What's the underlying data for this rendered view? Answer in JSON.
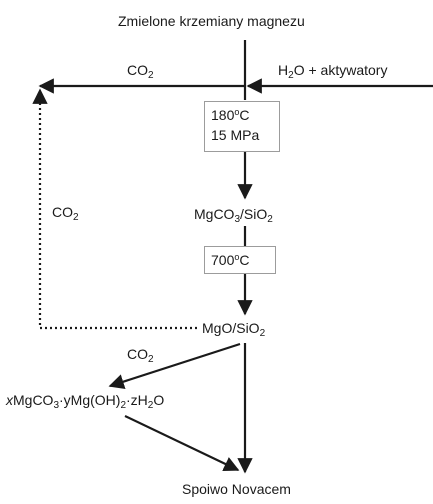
{
  "diagram": {
    "title": "Zmielone krzemiany magnezu",
    "inputs": {
      "co2_left": {
        "main": "CO",
        "sub": "2"
      },
      "water_right": {
        "main1": "H",
        "sub1": "2",
        "main2": "O + aktywatory"
      }
    },
    "conditions_1": {
      "temp_main": "180",
      "temp_sup": "o",
      "temp_unit": "C",
      "pressure": "15 MPa"
    },
    "product_1": {
      "a": "MgCO",
      "a_sub": "3",
      "b": "/SiO",
      "b_sub": "2"
    },
    "conditions_2": {
      "temp_main": "700",
      "temp_sup": "o",
      "temp_unit": "C"
    },
    "product_2": {
      "a": "MgO/SiO",
      "a_sub": "2"
    },
    "recycle_co2": {
      "main": "CO",
      "sub": "2"
    },
    "carbonation_co2": {
      "main": "CO",
      "sub": "2"
    },
    "intermediate": {
      "x": "x",
      "p1": "MgCO",
      "s1": "3",
      "p2": "·yMg(OH)",
      "s2": "2",
      "p3": "·zH",
      "s3": "2",
      "p4": "O"
    },
    "final_product": "Spoiwo Novacem"
  }
}
